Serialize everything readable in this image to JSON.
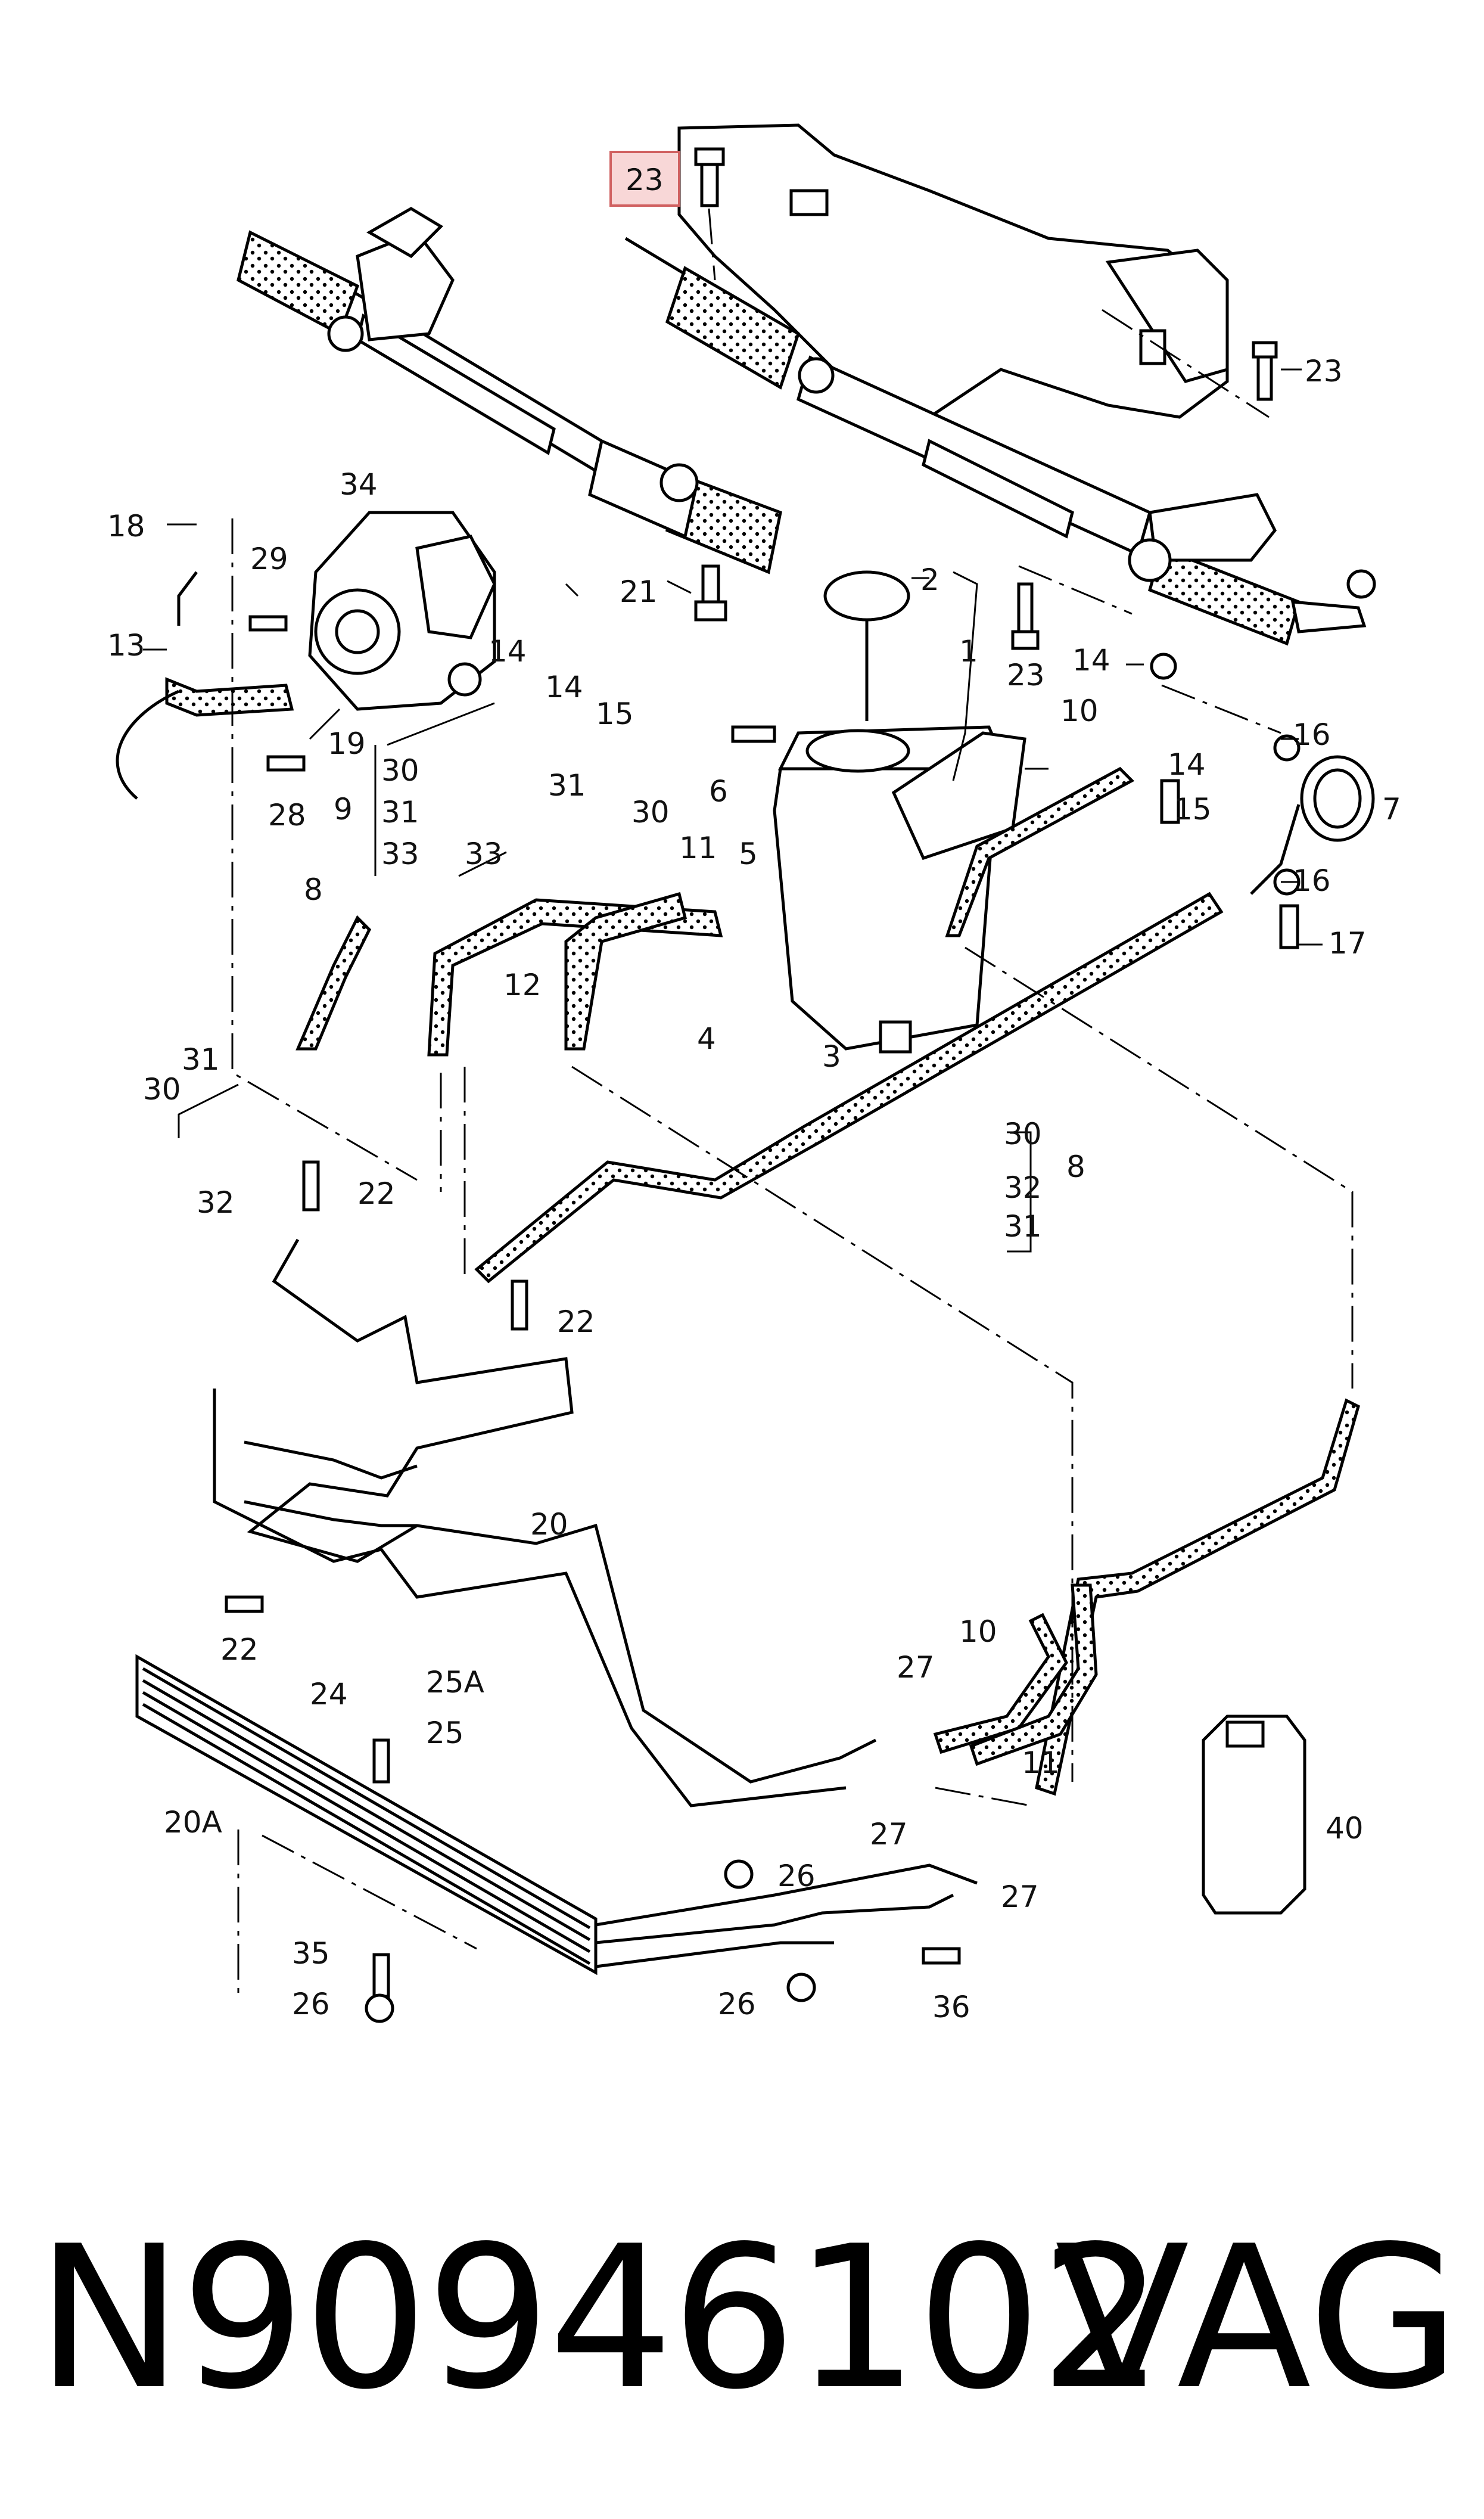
{
  "diagram": {
    "highlighted_callout": "23",
    "callouts": {
      "c23a": "23",
      "c23b": "23",
      "c23c": "23",
      "c34": "34",
      "c18": "18",
      "c29": "29",
      "c13": "13",
      "c21": "21",
      "c2": "2",
      "c1": "1",
      "c14a": "14",
      "c14b": "14",
      "c14c": "14",
      "c14d": "14",
      "c15a": "15",
      "c15b": "15",
      "c19": "19",
      "c9": "9",
      "c30a": "30",
      "c30b": "30",
      "c30c": "30",
      "c30d": "30",
      "c31a": "31",
      "c31b": "31",
      "c31c": "31",
      "c31d": "31",
      "c33a": "33",
      "c33b": "33",
      "c28": "28",
      "c6": "6",
      "c10a": "10",
      "c10b": "10",
      "c16a": "16",
      "c16b": "16",
      "c7": "7",
      "c17": "17",
      "c11a": "11",
      "c11b": "11",
      "c5": "5",
      "c4": "4",
      "c3": "3",
      "c8a": "8",
      "c8b": "8",
      "c12": "12",
      "c32a": "32",
      "c32b": "32",
      "c22a": "22",
      "c22b": "22",
      "c22c": "22",
      "c20": "20",
      "c20A": "20A",
      "c24": "24",
      "c25A": "25A",
      "c25": "25",
      "c26a": "26",
      "c26b": "26",
      "c26c": "26",
      "c27a": "27",
      "c27b": "27",
      "c27c": "27",
      "c35": "35",
      "c36": "36",
      "c40": "40"
    }
  },
  "footer": {
    "part_number": "N90946102",
    "brand": "VAG"
  },
  "colors": {
    "highlight_fill": "#f8d7d7",
    "highlight_stroke": "#d06060",
    "line": "#000000"
  }
}
